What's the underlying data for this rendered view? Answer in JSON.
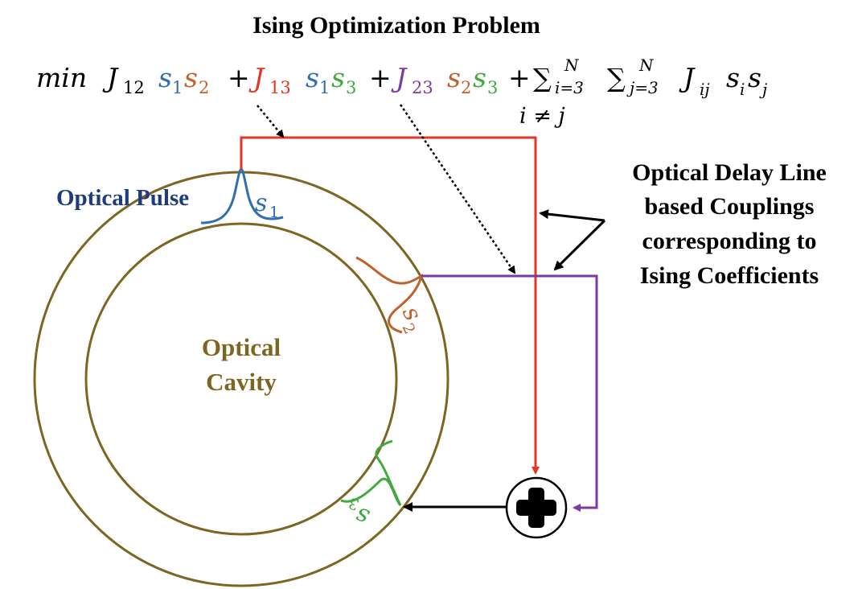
{
  "title": "Ising Optimization Problem",
  "formula": {
    "min": "min",
    "J12": "J",
    "J12_sub": "12",
    "s": "s",
    "sub1": "1",
    "sub2": "2",
    "sub3": "3",
    "plus": "+",
    "J13_sub": "13",
    "J23_sub": "23",
    "sigma": "∑",
    "sum1_lower": "i=3",
    "sum1_upper": "N",
    "sum2_lower": "j=3",
    "sum2_upper": "N",
    "Jij_sub": "ij",
    "s_i_sub": "i",
    "s_j_sub": "j",
    "constraint": "i ≠ j"
  },
  "labels": {
    "optical_pulse": "Optical Pulse",
    "cavity_line1": "Optical",
    "cavity_line2": "Cavity",
    "delay_line": [
      "Optical Delay Line",
      "based Couplings",
      "corresponding to",
      "Ising Coefficients"
    ],
    "s1_label": "s",
    "s1_sub": "1",
    "s2_label": "s",
    "s2_sub": "2",
    "s3_label": "s",
    "s3_sub": "3"
  },
  "colors": {
    "s1": "#2f6eb5",
    "s2": "#c0622d",
    "s3": "#3faa3f",
    "J13": "#e53525",
    "J23": "#7a3aa8",
    "cavity": "#7d6622",
    "pulse_label": "#1f3b7a",
    "text": "#000000"
  },
  "icons": {
    "adder": "plus-circle-icon"
  }
}
